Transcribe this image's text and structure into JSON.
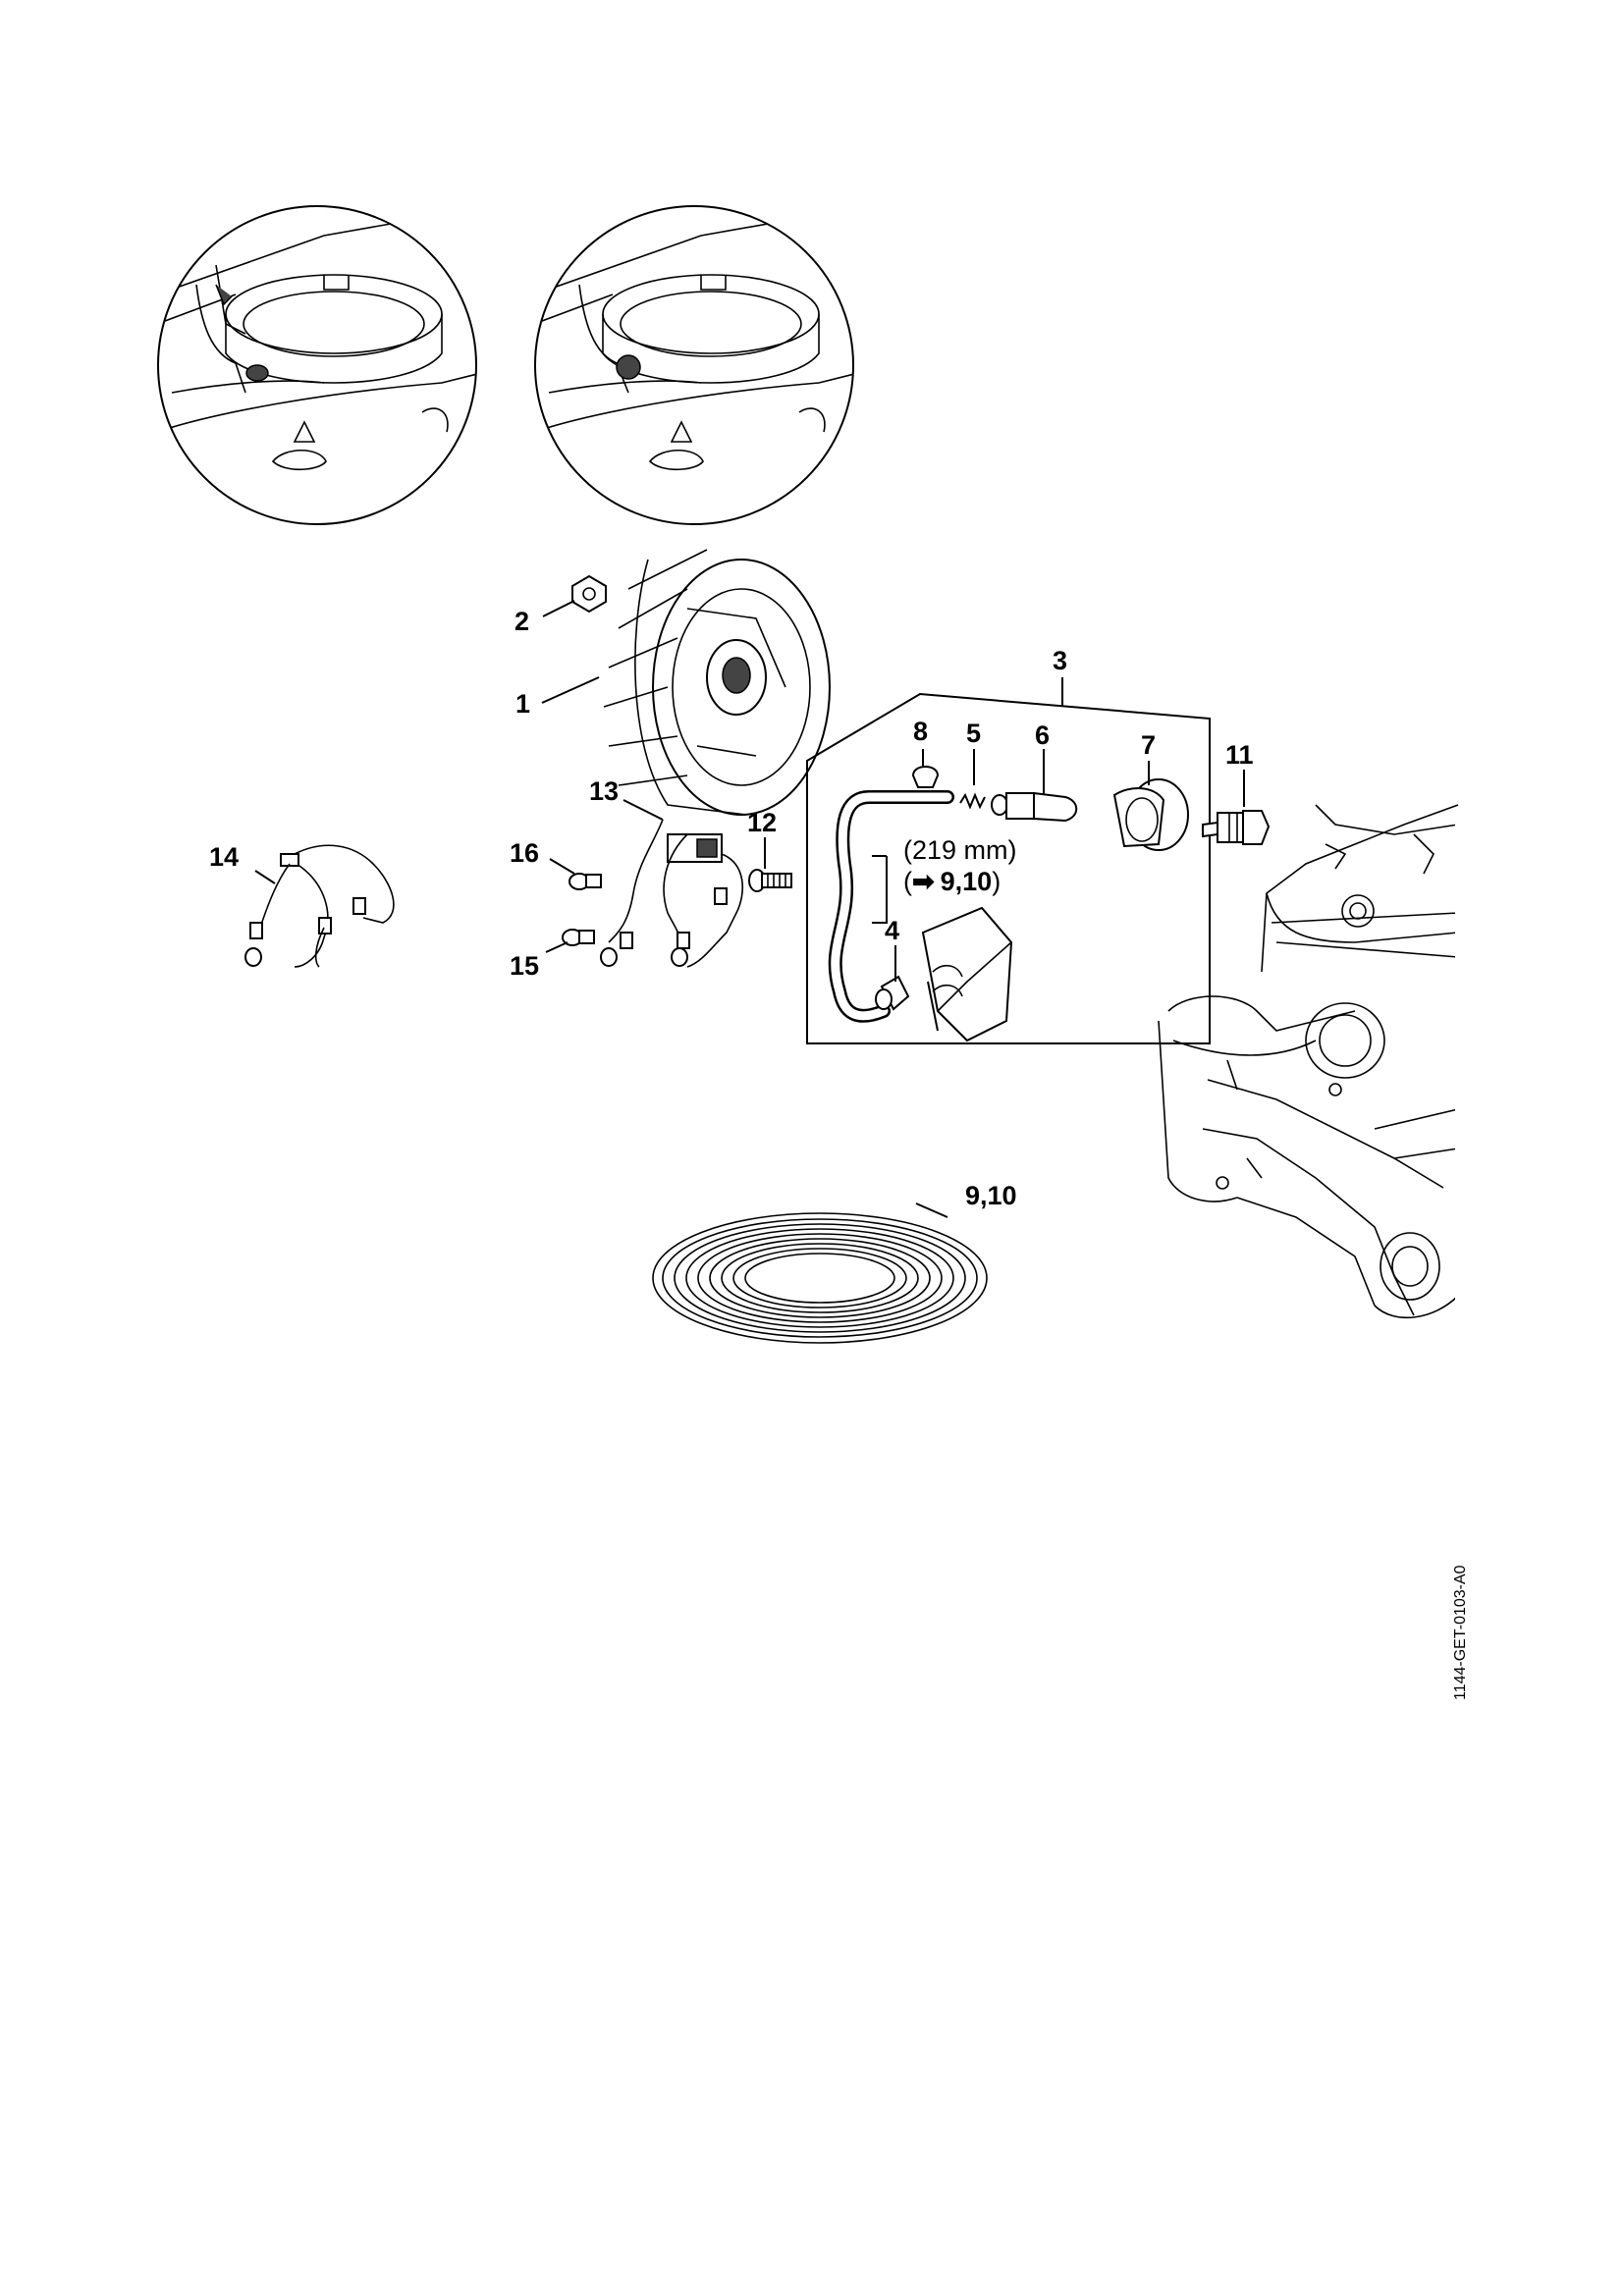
{
  "callouts": [
    "1",
    "2",
    "3",
    "4",
    "5",
    "6",
    "7",
    "8",
    "9,10",
    "11",
    "12",
    "13",
    "14",
    "15",
    "16"
  ],
  "note": {
    "length": "(219 mm)",
    "ref_open": "(",
    "ref_arrow": "➡",
    "ref_value": "9,10",
    "ref_close": ")"
  },
  "figure_code": "1144-GET-0103-A0"
}
